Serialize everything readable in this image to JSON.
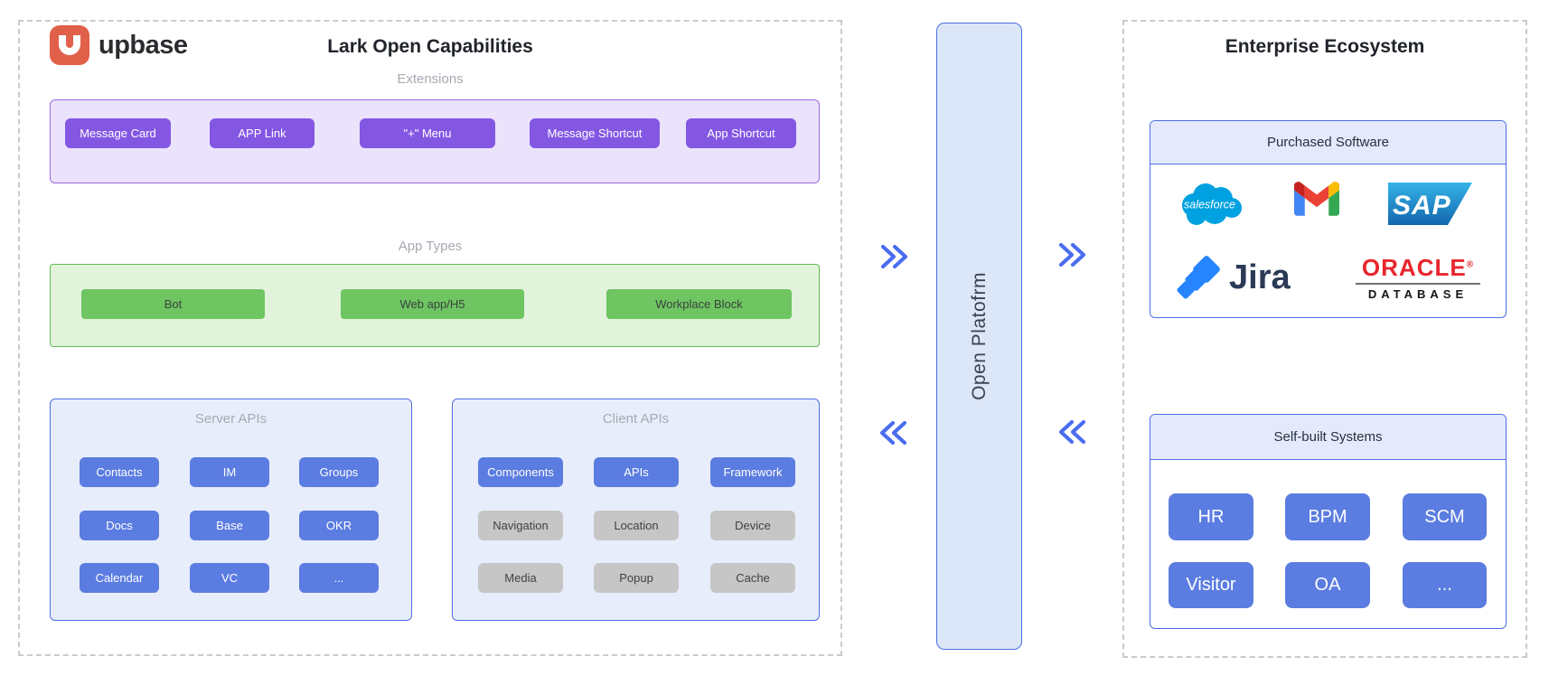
{
  "brand": {
    "name": "upbase"
  },
  "left_panel": {
    "title": "Lark Open Capabilities",
    "extensions": {
      "label": "Extensions",
      "items": [
        "Message Card",
        "APP Link",
        "\"+\" Menu",
        "Message Shortcut",
        "App Shortcut"
      ]
    },
    "app_types": {
      "label": "App Types",
      "items": [
        "Bot",
        "Web app/H5",
        "Workplace Block"
      ]
    },
    "server_apis": {
      "label": "Server APIs",
      "items": [
        "Contacts",
        "IM",
        "Groups",
        "Docs",
        "Base",
        "OKR",
        "Calendar",
        "VC",
        "..."
      ]
    },
    "client_apis": {
      "label": "Client APIs",
      "active": [
        "Components",
        "APIs",
        "Framework"
      ],
      "inactive": [
        "Navigation",
        "Location",
        "Device",
        "Media",
        "Popup",
        "Cache"
      ]
    }
  },
  "platform": {
    "label": "Open Platofrm"
  },
  "right_panel": {
    "title": "Enterprise Ecosystem",
    "purchased_software": {
      "label": "Purchased Software",
      "salesforce_text": "salesforce",
      "sap_text": "SAP",
      "jira_text": "Jira",
      "oracle_text": "ORACLE",
      "oracle_reg": "®",
      "oracle_sub": "DATABASE"
    },
    "self_built": {
      "label": "Self-built Systems",
      "items": [
        "HR",
        "BPM",
        "SCM",
        "Visitor",
        "OA",
        "..."
      ]
    }
  },
  "icons": {
    "upbase": "upbase-u-icon",
    "salesforce": "salesforce-cloud-icon",
    "gmail": "gmail-m-icon",
    "sap": "sap-wedge-logo",
    "jira": "jira-mark-icon",
    "chevron_forward": "double-chevron-right-icon",
    "chevron_back": "double-chevron-left-icon"
  },
  "colors": {
    "purple_button": "#8457E3",
    "green_button": "#6EC561",
    "blue_button": "#5B7CE0",
    "gray_button": "#C6C6C6",
    "arrow_blue": "#4A6CF0",
    "platform_fill": "#DCE6F9",
    "upbase_red": "#E0604A",
    "salesforce_blue": "#00A1E0",
    "jira_blue": "#2684FF",
    "oracle_red": "#E8262D"
  }
}
